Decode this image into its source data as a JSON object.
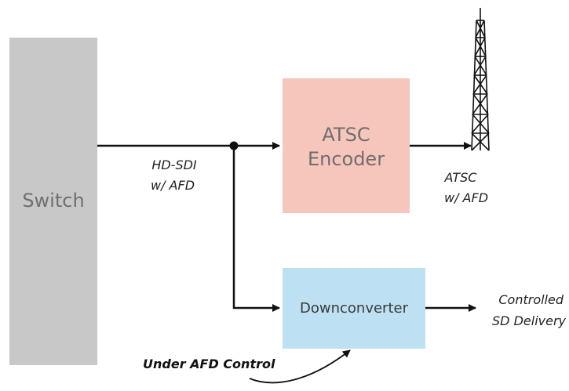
{
  "blocks": {
    "switch": {
      "label": "Switch"
    },
    "encoder": {
      "line1": "ATSC",
      "line2": "Encoder"
    },
    "downconverter": {
      "label": "Downconverter"
    }
  },
  "signals": {
    "hd_sdi": {
      "line1": "HD-SDI",
      "line2": "w/ AFD"
    },
    "atsc_out": {
      "line1": "ATSC",
      "line2": "w/ AFD"
    },
    "sd_out": {
      "line1": "Controlled",
      "line2": "SD Delivery"
    }
  },
  "annotations": {
    "afd_control": "Under AFD Control"
  },
  "colors": {
    "switch_fill": "#c8c8c8",
    "encoder_fill": "#f6c5bb",
    "downconverter_fill": "#bde0f3",
    "line": "#111111"
  },
  "icons": {
    "tower": "transmission-tower-icon"
  }
}
